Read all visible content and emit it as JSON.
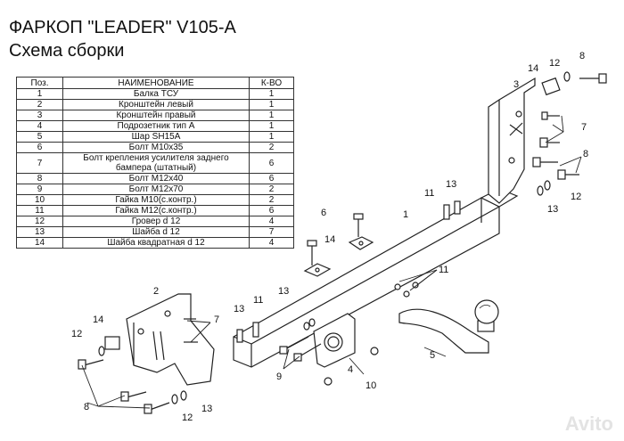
{
  "header": {
    "title": "ФАРКОП \"LEADER\" V105-A",
    "subtitle": "Схема сборки"
  },
  "table": {
    "columns": [
      "Поз.",
      "НАИМЕНОВАНИЕ",
      "К-ВО"
    ],
    "rows": [
      [
        "1",
        "Балка ТСУ",
        "1"
      ],
      [
        "2",
        "Кронштейн левый",
        "1"
      ],
      [
        "3",
        "Кронштейн правый",
        "1"
      ],
      [
        "4",
        "Подрозетник тип А",
        "1"
      ],
      [
        "5",
        "Шар SH15A",
        "1"
      ],
      [
        "6",
        "Болт М10х35",
        "2"
      ],
      [
        "7",
        "Болт крепления усилителя заднего бампера (штатный)",
        "6"
      ],
      [
        "8",
        "Болт М12х40",
        "6"
      ],
      [
        "9",
        "Болт М12х70",
        "2"
      ],
      [
        "10",
        "Гайка  М10(с.контр.)",
        "2"
      ],
      [
        "11",
        "Гайка М12(с.контр.)",
        "6"
      ],
      [
        "12",
        "Гровер d 12",
        "4"
      ],
      [
        "13",
        "Шайба d 12",
        "7"
      ],
      [
        "14",
        "Шайба квадратная d 12",
        "4"
      ]
    ]
  },
  "callouts": {
    "n1": "1",
    "n2": "2",
    "n3": "3",
    "n4": "4",
    "n5": "5",
    "n6": "6",
    "n7": "7",
    "n8": "8",
    "n9": "9",
    "n10": "10",
    "n11": "11",
    "n12": "12",
    "n13": "13",
    "n14": "14"
  },
  "watermark": "Avito"
}
